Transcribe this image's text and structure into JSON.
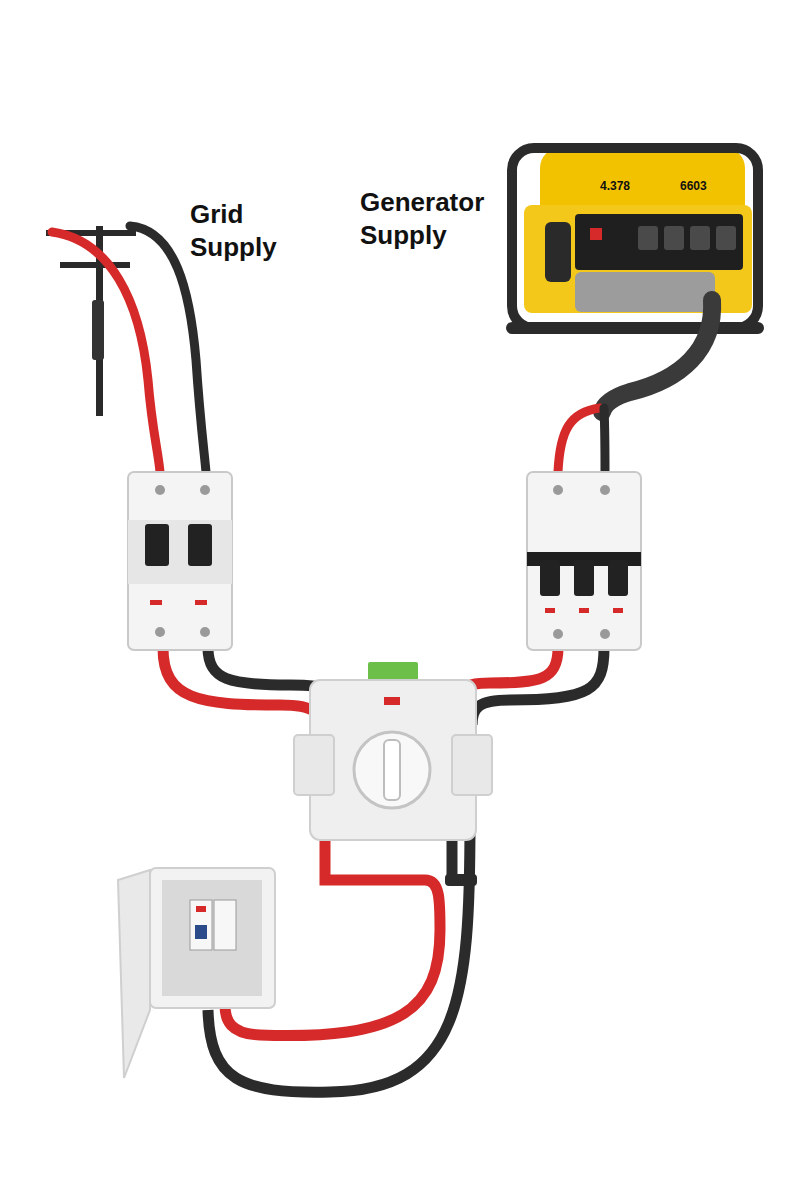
{
  "diagram": {
    "labels": [
      "Grid Supply",
      "Generator Supply",
      "4.378",
      "6603"
    ]
  }
}
